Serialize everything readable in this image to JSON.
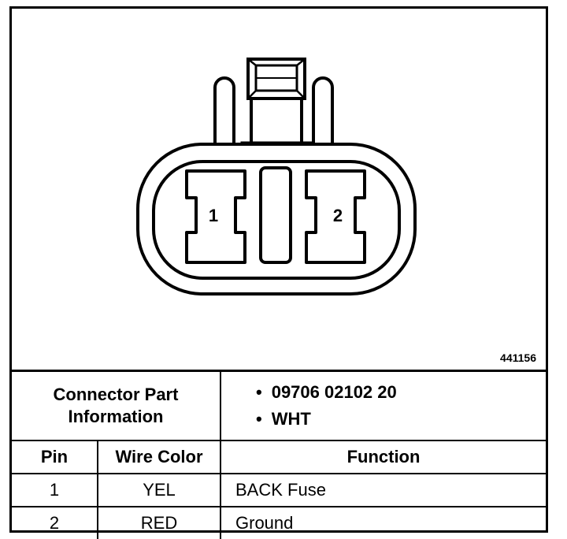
{
  "diagram": {
    "figure_id": "441156",
    "pin_labels": [
      "1",
      "2"
    ]
  },
  "table": {
    "part_info_label": "Connector Part Information",
    "part_info_items": [
      "09706 02102 20",
      "WHT"
    ],
    "headers": {
      "pin": "Pin",
      "wire_color": "Wire Color",
      "function": "Function"
    },
    "rows": [
      {
        "pin": "1",
        "wire_color": "YEL",
        "function": "BACK Fuse"
      },
      {
        "pin": "2",
        "wire_color": "RED",
        "function": "Ground"
      }
    ]
  }
}
